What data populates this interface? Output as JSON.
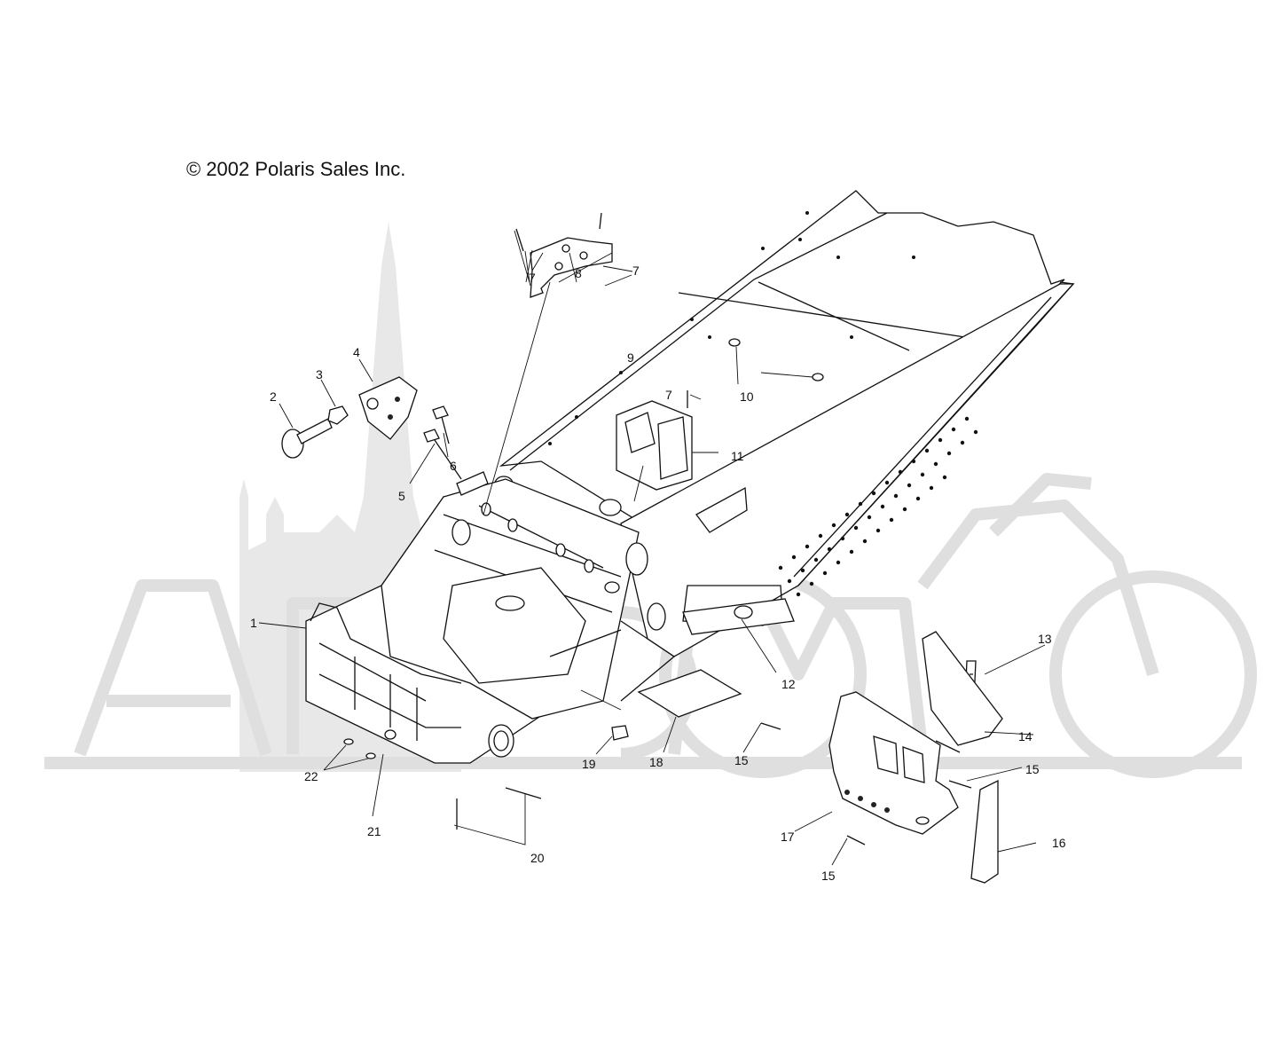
{
  "copyright": "© 2002 Polaris Sales Inc.",
  "callouts": [
    "1",
    "2",
    "3",
    "4",
    "5",
    "6",
    "7",
    "7",
    "7",
    "8",
    "9",
    "10",
    "11",
    "12",
    "13",
    "14",
    "15",
    "15",
    "15",
    "16",
    "17",
    "18",
    "19",
    "20",
    "21",
    "22"
  ]
}
